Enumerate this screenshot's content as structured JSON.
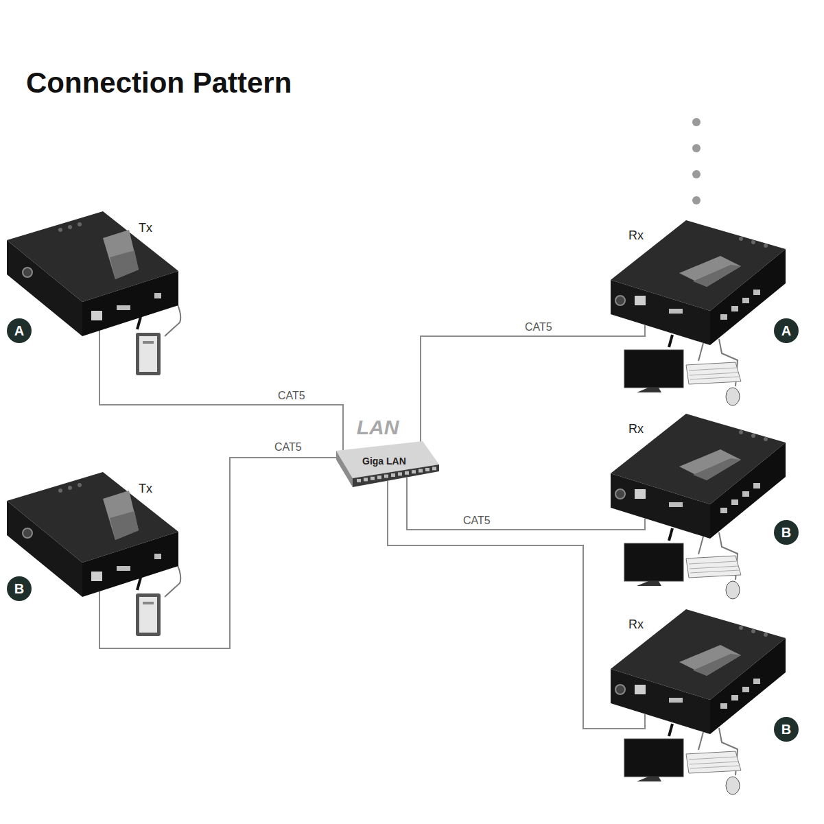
{
  "diagram": {
    "title": "Connection Pattern",
    "nodes": [
      {
        "text": [
          "Tx"
        ]
      },
      {
        "text": [
          "A"
        ]
      },
      {
        "text": [
          "Tx"
        ]
      },
      {
        "text": [
          "B"
        ]
      },
      {
        "text": [
          "LAN",
          "Giga LAN"
        ]
      },
      {
        "text": [
          "Rx"
        ]
      },
      {
        "text": [
          "A"
        ]
      },
      {
        "text": [
          "Rx"
        ]
      },
      {
        "text": [
          "B"
        ]
      },
      {
        "text": [
          "Rx"
        ]
      },
      {
        "text": [
          "B"
        ]
      }
    ],
    "edges": [
      {
        "from": 0,
        "to": 4,
        "label": "CAT5",
        "arrow": "none"
      },
      {
        "from": 2,
        "to": 4,
        "label": "CAT5",
        "arrow": "none"
      },
      {
        "from": 4,
        "to": 5,
        "label": "CAT5",
        "arrow": "none"
      },
      {
        "from": 4,
        "to": 7,
        "label": "CAT5",
        "arrow": "none"
      },
      {
        "from": 4,
        "to": 9,
        "arrow": "none"
      }
    ]
  }
}
